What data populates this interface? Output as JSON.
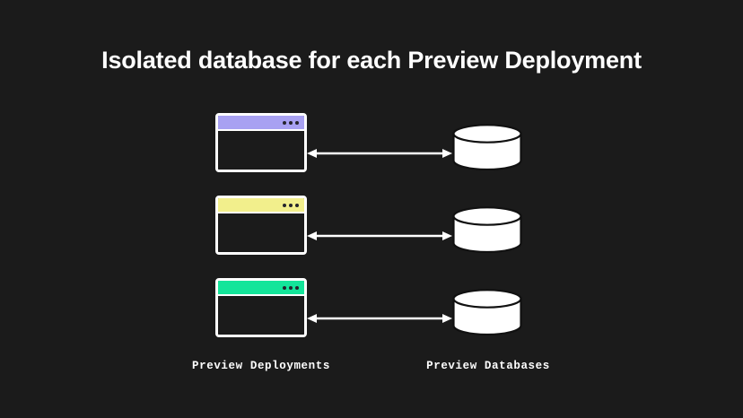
{
  "page": {
    "background_color": "#1b1b1b",
    "title": "Isolated database for each Preview Deployment"
  },
  "diagram": {
    "type": "architecture-pairing",
    "left_column_label": "Preview Deployments",
    "right_column_label": "Preview Databases",
    "connector_icon": "double-headed-arrow",
    "pairs": [
      {
        "index": 1,
        "deployment": {
          "icon": "browser-window-icon",
          "titlebar_color": "#a8a1f2",
          "frame_color": "#ffffff",
          "dots": 3
        },
        "database": {
          "icon": "database-cylinder-icon",
          "fill_color": "#ffffff",
          "stroke_color": "#111111"
        },
        "connector": "bidirectional"
      },
      {
        "index": 2,
        "deployment": {
          "icon": "browser-window-icon",
          "titlebar_color": "#f2ef8c",
          "frame_color": "#ffffff",
          "dots": 3
        },
        "database": {
          "icon": "database-cylinder-icon",
          "fill_color": "#ffffff",
          "stroke_color": "#111111"
        },
        "connector": "bidirectional"
      },
      {
        "index": 3,
        "deployment": {
          "icon": "browser-window-icon",
          "titlebar_color": "#14e59a",
          "frame_color": "#ffffff",
          "dots": 3
        },
        "database": {
          "icon": "database-cylinder-icon",
          "fill_color": "#ffffff",
          "stroke_color": "#111111"
        },
        "connector": "bidirectional"
      }
    ]
  }
}
